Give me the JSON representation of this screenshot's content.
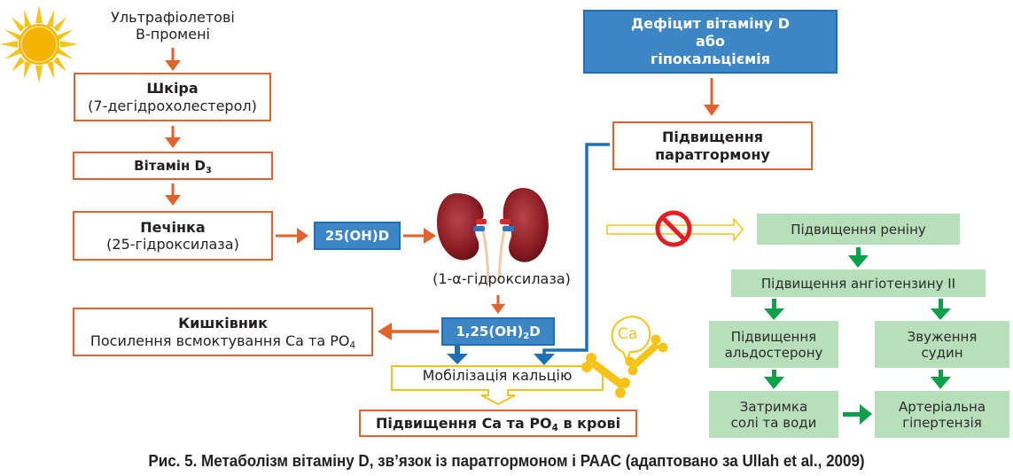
{
  "colors": {
    "orange": "#e2622b",
    "blue": "#3d86c6",
    "blue_line": "#1d70b8",
    "green_box": "#b7dfba",
    "green_arrow": "#0aa14a",
    "yellow": "#f6c319",
    "red_sign": "#e31e24"
  },
  "left_chain": {
    "uv_label_line1": "Ультрафіолетові",
    "uv_label_line2": "В-промені",
    "skin_title": "Шкіра",
    "skin_sub": "(7-дегідрохолестерол)",
    "vitd3_label": "Вітамін D",
    "vitd3_sub": "3",
    "liver_title": "Печінка",
    "liver_sub": "(25-гідроксилаза)",
    "calcidiol": "25(OH)D",
    "kidney_enzyme": "(1-α-гідроксилаза)",
    "calcitriol_pre": "1,25(OH)",
    "calcitriol_sub": "2",
    "calcitriol_post": "D",
    "intestine_title": "Кишківник",
    "intestine_sub_pre": "Посилення всмоктування Са та РО",
    "intestine_sub_sub": "4",
    "mobilization": "Мобілізація кальцію",
    "blood_pre": "Підвищення Са та РО",
    "blood_sub": "4",
    "blood_post": " в крові",
    "ca_badge": "Ca"
  },
  "pth_chain": {
    "deficit_line1": "Дефіцит вітаміну D",
    "deficit_line2": "або",
    "deficit_line3": "гіпокальціємія",
    "pth_line1": "Підвищення",
    "pth_line2": "паратгормону"
  },
  "raas_chain": {
    "renin": "Підвищення реніну",
    "angiotensin": "Підвищення ангіотензину II",
    "aldosterone_line1": "Підвищення",
    "aldosterone_line2": "альдостерону",
    "vaso_line1": "Звуження",
    "vaso_line2": "судин",
    "retention_line1": "Затримка",
    "retention_line2": "солі та води",
    "hypertension_line1": "Артеріальна",
    "hypertension_line2": "гіпертензія"
  },
  "caption": "Рис. 5. Метаболізм вітаміну D, зв’язок із паратгормоном і РААС (адаптовано за Ullah et al., 2009)"
}
